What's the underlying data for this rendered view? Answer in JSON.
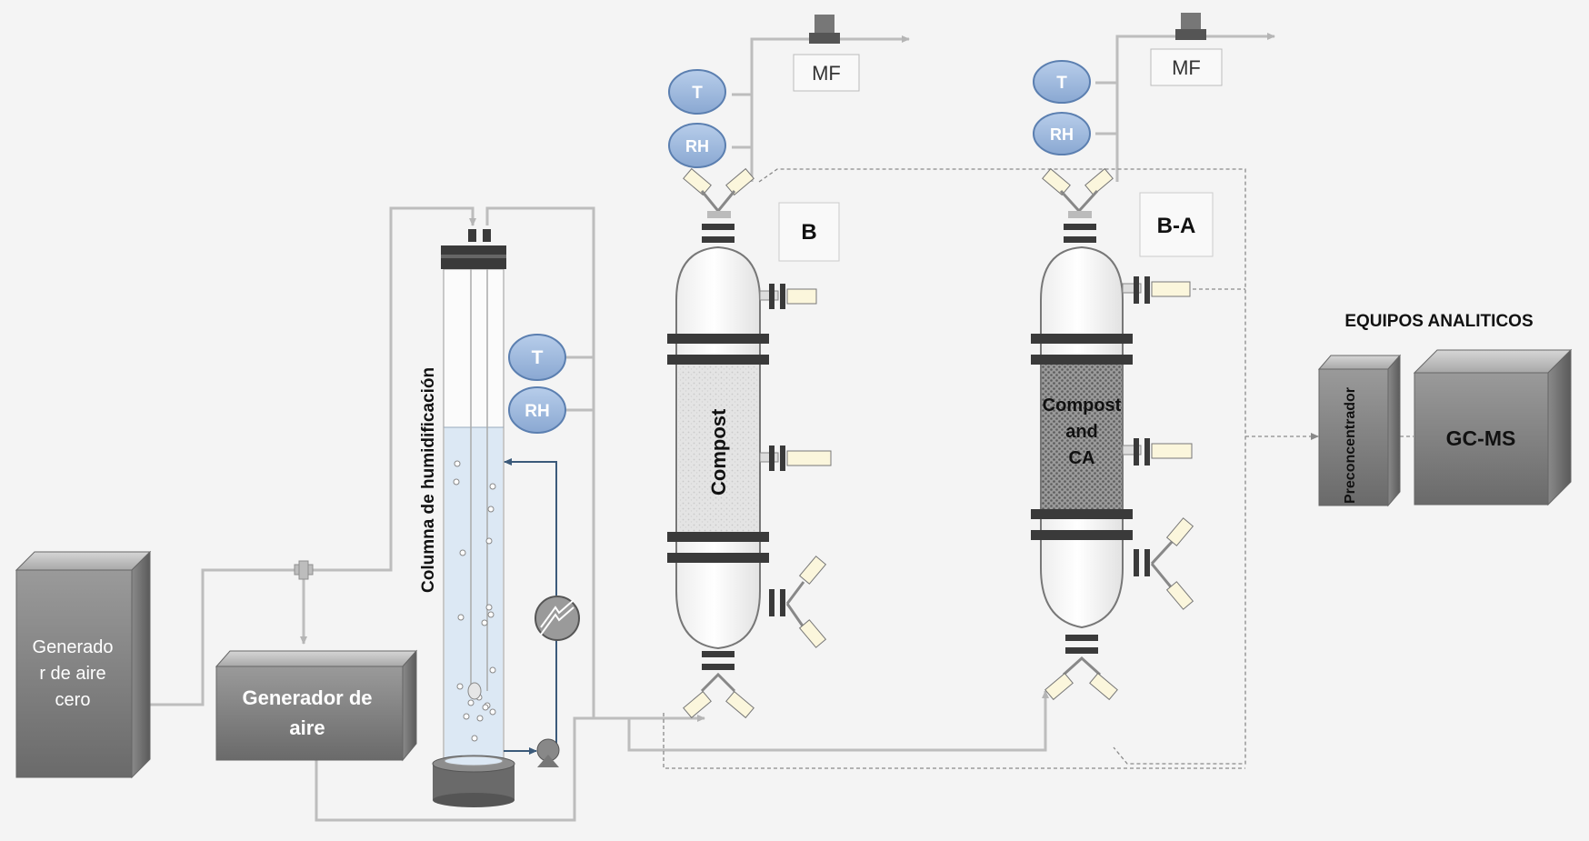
{
  "boxes": {
    "zero_air_generator": "Generador de aire cero",
    "zero_air_generator_lines": [
      "Generado",
      "r de aire",
      "cero"
    ],
    "air_generator_lines": [
      "Generador de",
      "aire"
    ],
    "preconcentrator": "Preconcentrador",
    "gcms": "GC-MS"
  },
  "column": {
    "label": "Columna de humidificación"
  },
  "sensors": {
    "t": "T",
    "rh": "RH",
    "mf": "MF"
  },
  "reactors": {
    "b": {
      "tag": "B",
      "fill_label": "Compost"
    },
    "ba": {
      "tag": "B-A",
      "fill_lines": [
        "Compost",
        "and",
        "CA"
      ]
    }
  },
  "analytical": {
    "heading": "EQUIPOS ANALITICOS"
  },
  "colors": {
    "pipe": "#bdbdbd",
    "dashed": "#8a8a8a",
    "sensor_fill": "#9bb7dc",
    "sensor_stroke": "#5b7fb0",
    "box_dark": "#6d6d6d",
    "box_light": "#a8a8a8",
    "water": "#dce8f4",
    "flange": "#3a3a3a",
    "fitting": "#fbf6dc",
    "recirc": "#3b5a7a"
  }
}
